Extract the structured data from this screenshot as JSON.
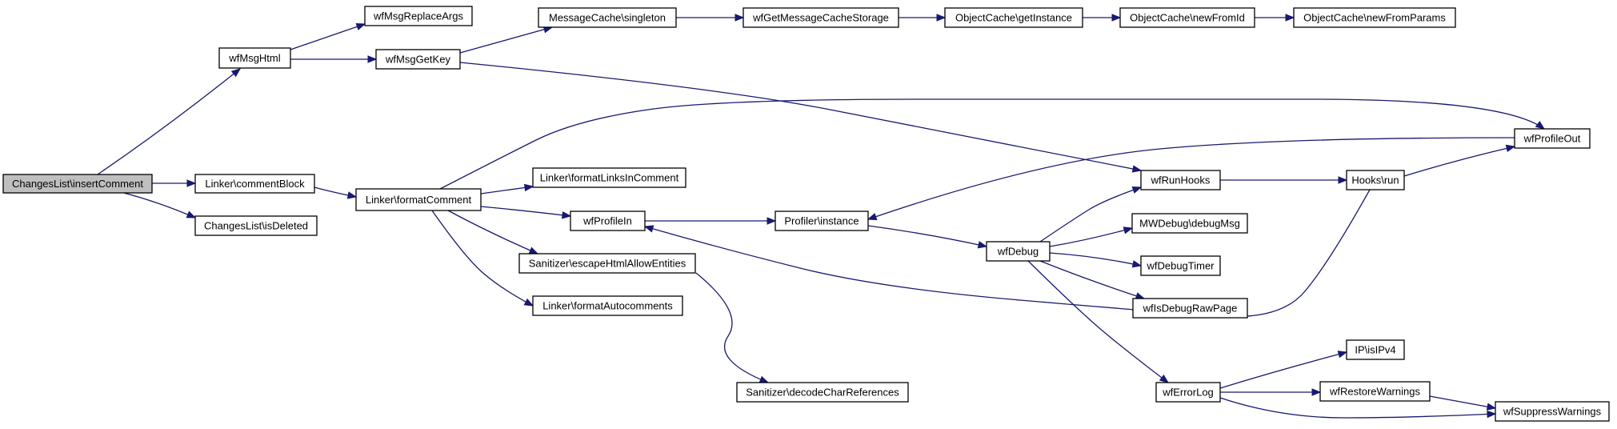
{
  "graph": {
    "root": "root",
    "root_fill": "#bfbfbf",
    "node_fill": "#ffffff",
    "edge_color": "#191970",
    "nodes": [
      {
        "id": "root",
        "label": "ChangesList\\insertComment"
      },
      {
        "id": "wfMsgHtml",
        "label": "wfMsgHtml"
      },
      {
        "id": "wfMsgReplaceArgs",
        "label": "wfMsgReplaceArgs"
      },
      {
        "id": "wfMsgGetKey",
        "label": "wfMsgGetKey"
      },
      {
        "id": "msgcacheSingleton",
        "label": "MessageCache\\singleton"
      },
      {
        "id": "wfGetMessageCacheStorage",
        "label": "wfGetMessageCacheStorage"
      },
      {
        "id": "objcacheGetInstance",
        "label": "ObjectCache\\getInstance"
      },
      {
        "id": "objcacheNewFromId",
        "label": "ObjectCache\\newFromId"
      },
      {
        "id": "objcacheNewFromParams",
        "label": "ObjectCache\\newFromParams"
      },
      {
        "id": "linkerCommentBlock",
        "label": "Linker\\commentBlock"
      },
      {
        "id": "changeslistIsDeleted",
        "label": "ChangesList\\isDeleted"
      },
      {
        "id": "linkerFormatComment",
        "label": "Linker\\formatComment"
      },
      {
        "id": "linkerFormatLinksInComment",
        "label": "Linker\\formatLinksInComment"
      },
      {
        "id": "wfProfileIn",
        "label": "wfProfileIn"
      },
      {
        "id": "sanitizerEscape",
        "label": "Sanitizer\\escapeHtmlAllowEntities"
      },
      {
        "id": "linkerFormatAutocomments",
        "label": "Linker\\formatAutocomments"
      },
      {
        "id": "sanitizerDecode",
        "label": "Sanitizer\\decodeCharReferences"
      },
      {
        "id": "profilerInstance",
        "label": "Profiler\\instance"
      },
      {
        "id": "wfDebug",
        "label": "wfDebug"
      },
      {
        "id": "wfRunHooks",
        "label": "wfRunHooks"
      },
      {
        "id": "mwdebugDebugMsg",
        "label": "MWDebug\\debugMsg"
      },
      {
        "id": "wfDebugTimer",
        "label": "wfDebugTimer"
      },
      {
        "id": "wfIsDebugRawPage",
        "label": "wfIsDebugRawPage"
      },
      {
        "id": "wfErrorLog",
        "label": "wfErrorLog"
      },
      {
        "id": "hooksRun",
        "label": "Hooks\\run"
      },
      {
        "id": "wfProfileOut",
        "label": "wfProfileOut"
      },
      {
        "id": "ipIsIPv4",
        "label": "IP\\isIPv4"
      },
      {
        "id": "wfRestoreWarnings",
        "label": "wfRestoreWarnings"
      },
      {
        "id": "wfSuppressWarnings",
        "label": "wfSuppressWarnings"
      }
    ],
    "edges": [
      {
        "from": "root",
        "to": "wfMsgHtml"
      },
      {
        "from": "root",
        "to": "linkerCommentBlock"
      },
      {
        "from": "root",
        "to": "changeslistIsDeleted"
      },
      {
        "from": "wfMsgHtml",
        "to": "wfMsgReplaceArgs"
      },
      {
        "from": "wfMsgHtml",
        "to": "wfMsgGetKey"
      },
      {
        "from": "wfMsgGetKey",
        "to": "msgcacheSingleton"
      },
      {
        "from": "wfMsgGetKey",
        "to": "wfRunHooks"
      },
      {
        "from": "msgcacheSingleton",
        "to": "wfGetMessageCacheStorage"
      },
      {
        "from": "wfGetMessageCacheStorage",
        "to": "objcacheGetInstance"
      },
      {
        "from": "objcacheGetInstance",
        "to": "objcacheNewFromId"
      },
      {
        "from": "objcacheNewFromId",
        "to": "objcacheNewFromParams"
      },
      {
        "from": "linkerCommentBlock",
        "to": "linkerFormatComment"
      },
      {
        "from": "linkerFormatComment",
        "to": "wfProfileOut"
      },
      {
        "from": "linkerFormatComment",
        "to": "linkerFormatLinksInComment"
      },
      {
        "from": "linkerFormatComment",
        "to": "wfProfileIn"
      },
      {
        "from": "linkerFormatComment",
        "to": "sanitizerEscape"
      },
      {
        "from": "linkerFormatComment",
        "to": "linkerFormatAutocomments"
      },
      {
        "from": "wfProfileIn",
        "to": "profilerInstance"
      },
      {
        "from": "sanitizerEscape",
        "to": "sanitizerDecode"
      },
      {
        "from": "profilerInstance",
        "to": "wfDebug"
      },
      {
        "from": "wfDebug",
        "to": "wfRunHooks"
      },
      {
        "from": "wfDebug",
        "to": "mwdebugDebugMsg"
      },
      {
        "from": "wfDebug",
        "to": "wfDebugTimer"
      },
      {
        "from": "wfDebug",
        "to": "wfIsDebugRawPage"
      },
      {
        "from": "wfDebug",
        "to": "wfErrorLog"
      },
      {
        "from": "wfRunHooks",
        "to": "hooksRun"
      },
      {
        "from": "hooksRun",
        "to": "wfProfileOut"
      },
      {
        "from": "hooksRun",
        "to": "wfProfileIn"
      },
      {
        "from": "wfProfileOut",
        "to": "profilerInstance"
      },
      {
        "from": "wfErrorLog",
        "to": "ipIsIPv4"
      },
      {
        "from": "wfErrorLog",
        "to": "wfRestoreWarnings"
      },
      {
        "from": "wfErrorLog",
        "to": "wfSuppressWarnings"
      },
      {
        "from": "wfRestoreWarnings",
        "to": "wfSuppressWarnings"
      }
    ]
  }
}
